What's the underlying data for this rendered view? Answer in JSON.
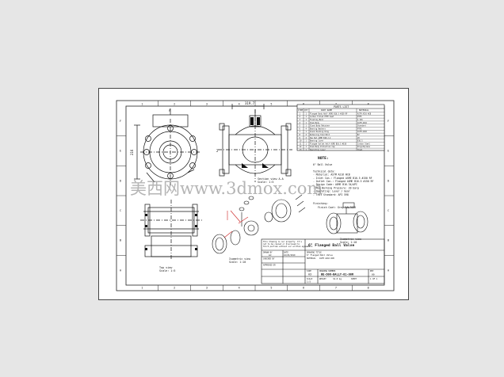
{
  "drawing": {
    "title": "6\" Flanged Ball Valve",
    "title_value": "6\" Flanged Ball Valve",
    "drawing_number": "BE-D06-BALLY-01-00R",
    "size": "A3",
    "scale": "1:5",
    "sheet": "1 OF 1",
    "rev": "00"
  },
  "views": {
    "top_view": "Top view",
    "top_view_scale": "Scale: 1:5",
    "section_view": "Section view A-A",
    "section_view_scale": "Scale: 1:5",
    "iso_exploded": "Isometric view",
    "iso_exploded_scale": "Scale: 1:10",
    "iso_assembled": "Isometric view",
    "iso_assembled_scale": "Scale: 1:10"
  },
  "dimensions": {
    "d_width": "319.7",
    "d_left_vertical": "216",
    "d_center": "2"
  },
  "notes": {
    "heading": "NOTE:",
    "lines": [
      "6\" Ball Valve",
      "",
      "Technical data:",
      "- Material: ASTM A216 WCB",
      "- Inlet Con.: Flanged ASME B16.5 #150 RF",
      "- Outlet Con.: Flanged ASME B16.5 #150 RF",
      "- Design Code: ASME B16.34/API",
      "- Max Working Pressure: 20 barg",
      "- Operating: Lever / Gear",
      "- Test Standard: API 598"
    ],
    "finishing_label": "Finishing:",
    "finishing_value": "Finish Coat: Grey RAL7030"
  },
  "parts_list": {
    "title": "PARTS LIST",
    "headers": [
      "ITEM",
      "QTY",
      "PART NAME",
      "MATERIAL"
    ],
    "rows": [
      [
        "1",
        "1",
        "Flanged Body Half ASME B16.5 #150 RF",
        "ASTM A216 WCB"
      ],
      [
        "2",
        "1",
        "Carbon Filled PTFE Seat",
        "PTFE"
      ],
      [
        "3",
        "1",
        "Floating Ball",
        "A 216"
      ],
      [
        "4",
        "1",
        "Stem Body",
        "ASTM A216"
      ],
      [
        "5",
        "1",
        "Gland Body Retainer",
        "Standard"
      ],
      [
        "6",
        "4",
        "Bearing Washers",
        "PTFE"
      ],
      [
        "7",
        "1",
        "Gland Packing Ring",
        "ASTM A182"
      ],
      [
        "8",
        "4",
        "Retaining Stud Bolt",
        "B7"
      ],
      [
        "9",
        "4",
        "Hex Nut ASME B18.2.2",
        "2H"
      ],
      [
        "10",
        "1",
        "Bearing Cover",
        "B16.5"
      ],
      [
        "11",
        "1",
        "Flanged Outlet Half ASME B16.5 #150",
        "Carbon Steel"
      ],
      [
        "12",
        "1",
        "Stem Body Protection Cap",
        "Polyethylene"
      ],
      [
        "13",
        "1",
        "Operating Lever",
        "Steel"
      ]
    ]
  },
  "title_block": {
    "disclaimer": "This drawing is our property. It's not to be copied or disclosed to third parties without our written agreement.",
    "drawn_by_label": "DRAWN BY",
    "drawn_by_value": "AJ",
    "date_label": "DATE",
    "date_value": "16/03/2019",
    "checked_by_label": "CHECKED BY",
    "approved_by_label": "APPROVED BY",
    "drawing_title_label": "DRAWING TITLE",
    "material_label": "MATERIAL",
    "material_value": "ASTM A216 WCB",
    "size_label": "SIZE",
    "drawing_number_label": "DRAWING NUMBER",
    "rev_label": "REV",
    "scale_label": "SCALE",
    "weight_label": "WEIGHT",
    "weight_value": "34.8 kg",
    "sheet_label": "SHEET"
  },
  "border": {
    "columns": [
      "1",
      "2",
      "3",
      "4",
      "5",
      "6",
      "7",
      "8"
    ],
    "rows": [
      "A",
      "B",
      "C",
      "D",
      "E",
      "F"
    ]
  },
  "watermark": "美西网www.3dmox.com",
  "colors": {
    "background": "#e6e6e6",
    "sheet": "#ffffff",
    "ink": "#111111",
    "accent_red": "#cc2222",
    "watermark": "#888888"
  }
}
